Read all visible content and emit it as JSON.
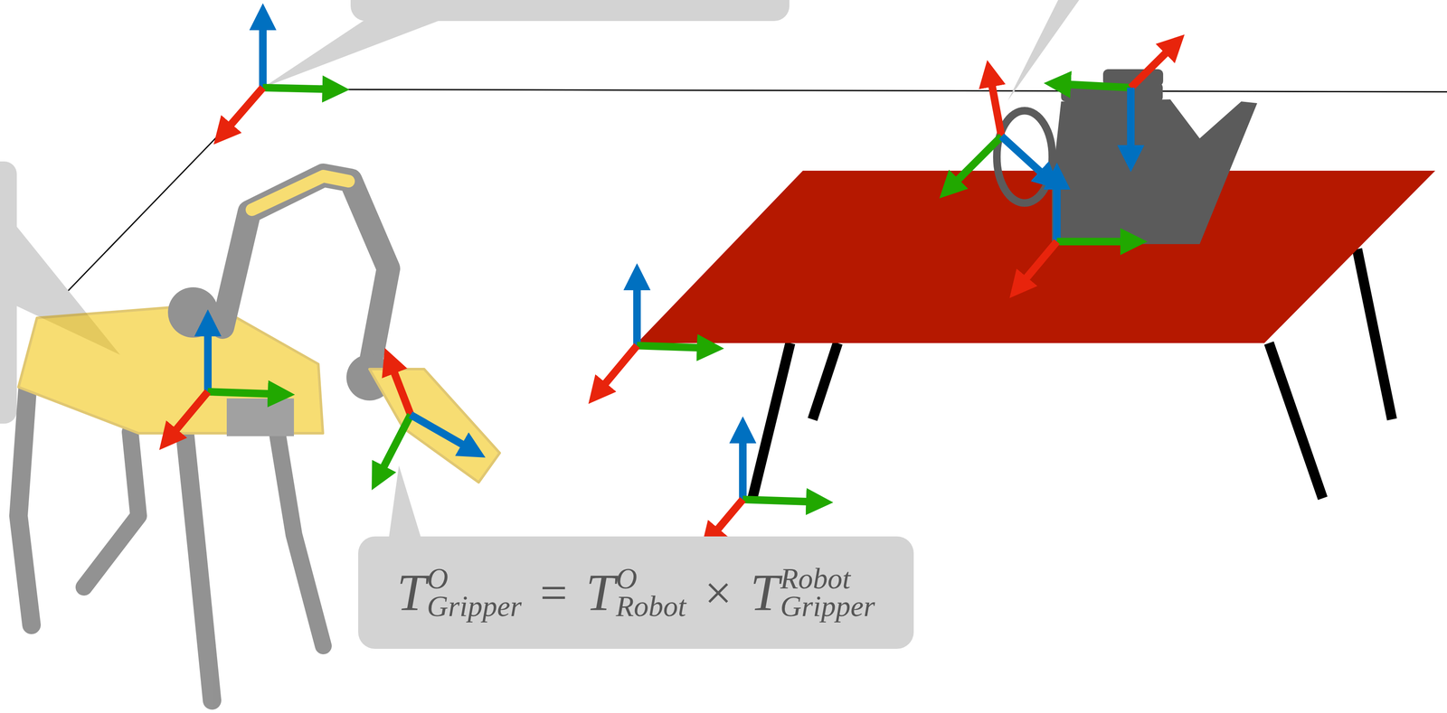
{
  "diagram": {
    "nodes": [
      {
        "text": [
          "T",
          "O",
          "Gripper",
          "=",
          "T",
          "O",
          "Robot",
          "×",
          "T",
          "Robot",
          "Gripper"
        ]
      }
    ]
  }
}
